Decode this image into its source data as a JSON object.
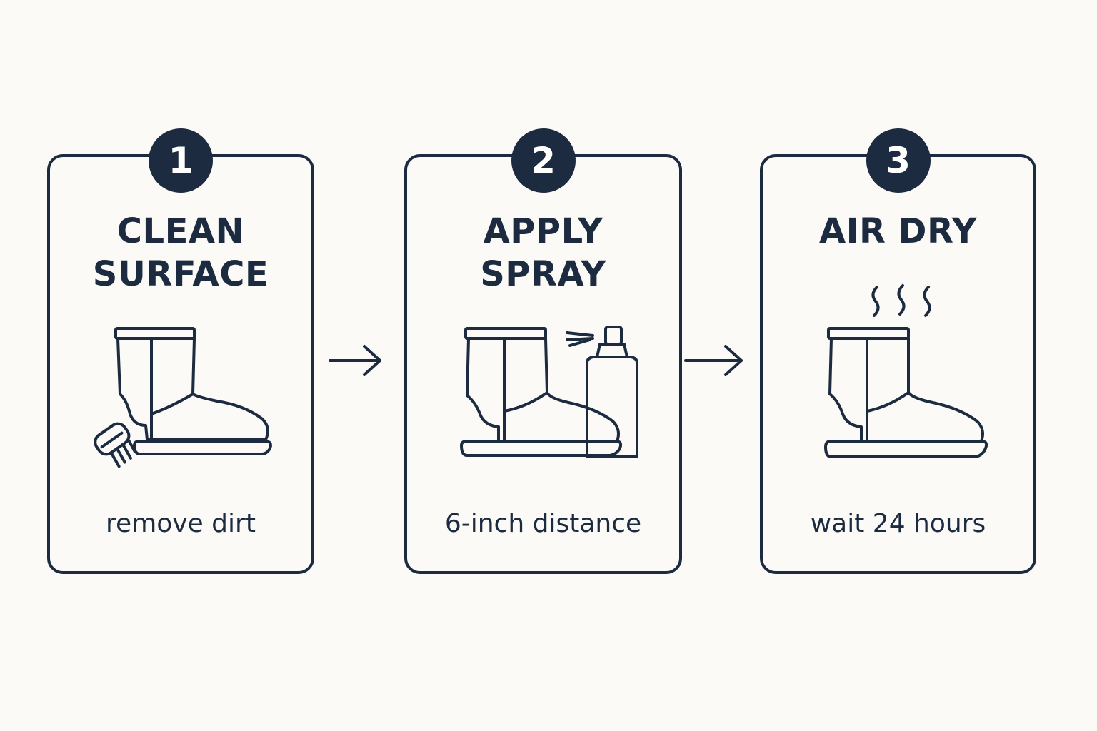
{
  "steps": [
    {
      "number": "1",
      "title": "CLEAN\nSURFACE",
      "caption": "remove dirt",
      "icon": "boot-with-brush-icon"
    },
    {
      "number": "2",
      "title": "APPLY\nSPRAY",
      "caption": "6-inch distance",
      "icon": "boot-with-spray-can-icon"
    },
    {
      "number": "3",
      "title": "AIR DRY",
      "caption": "wait 24 hours",
      "icon": "boot-with-steam-icon"
    }
  ],
  "arrows": [
    "arrow-right-icon",
    "arrow-right-icon"
  ],
  "colors": {
    "ink": "#1c2b3f",
    "background": "#fbfaf6",
    "badge_text": "#ffffff"
  }
}
